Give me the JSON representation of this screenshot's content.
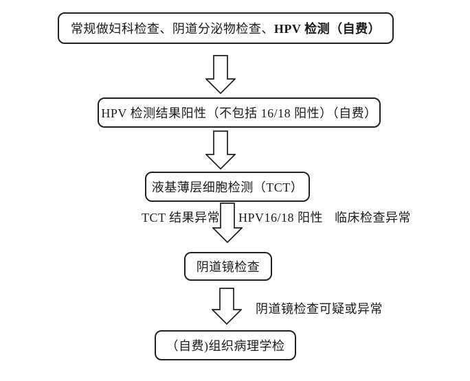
{
  "diagram": {
    "title_hint": "HPV screening flowchart",
    "node1": {
      "normal": "常规做妇科检查、阴道分泌物检查、",
      "bold": "HPV 检测（自费）"
    },
    "node2": {
      "bold": "HPV 检测结果阳性（不包括 16/18 阳性）（自费）"
    },
    "node3": {
      "label": "液基薄层细胞检测（TCT）"
    },
    "branch_labels": {
      "left": "TCT 结果异常",
      "middle": "HPV16/18 阳性",
      "right": "临床检查异常"
    },
    "node4": {
      "label": "阴道镜检查"
    },
    "arrow4_label": "阴道镜检查可疑或异常",
    "node5": {
      "label": "（自费)组织病理学检"
    }
  },
  "colors": {
    "background": "#ffffff",
    "stroke": "#222222",
    "text": "#1a1a1a"
  }
}
